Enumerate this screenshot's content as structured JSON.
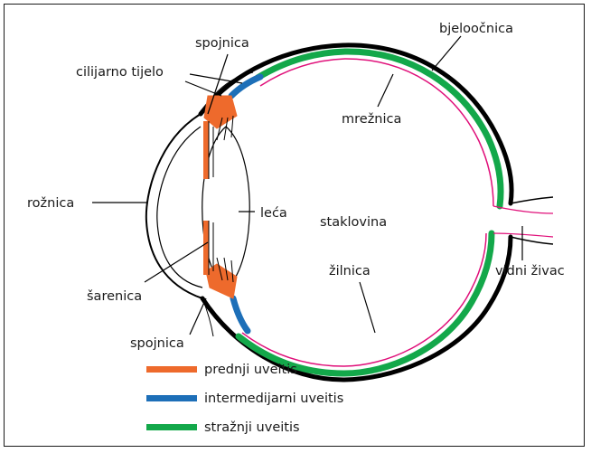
{
  "labels": {
    "spojnica_top": "spojnica",
    "cilijarno_tijelo": "cilijarno tijelo",
    "bjeloocnica": "bjeloočnica",
    "mreznica": "mrežnica",
    "roznica": "rožnica",
    "leca": "leća",
    "staklovina": "staklovina",
    "sarenica": "šarenica",
    "zilnica": "žilnica",
    "vidni_zivac": "vidni živac",
    "spojnica_bottom": "spojnica"
  },
  "legend": [
    {
      "label": "prednji uveitis",
      "color": "#ee6a2c"
    },
    {
      "label": "intermedijarni uveitis",
      "color": "#1d6fb8"
    },
    {
      "label": "stražnji uveitis",
      "color": "#13a84a"
    }
  ],
  "colors": {
    "sclera": "#000000",
    "retina": "#e0107a",
    "anterior": "#ee6a2c",
    "intermediate": "#1d6fb8",
    "posterior": "#13a84a"
  }
}
